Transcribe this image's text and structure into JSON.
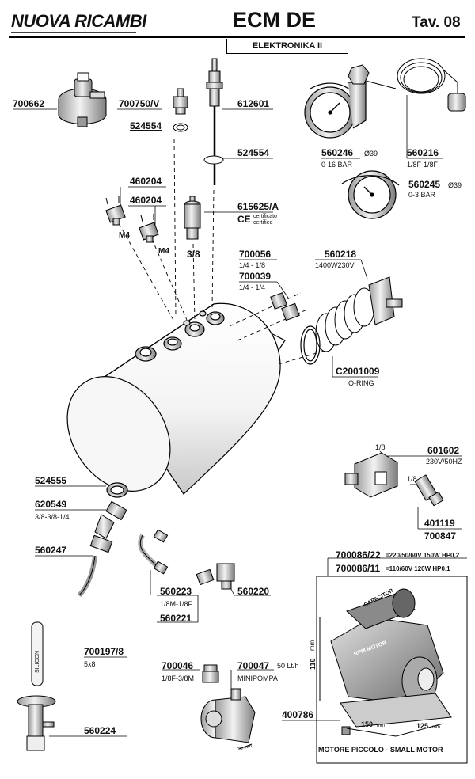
{
  "header": {
    "brand": "NUOVA RICAMBI",
    "model": "ECM DE",
    "table": "Tav. 08",
    "subtitle": "ELEKTRONIKA II"
  },
  "parts": {
    "p700662": "700662",
    "p700750": "700750/V",
    "p524554a": "524554",
    "p612601": "612601",
    "p524554b": "524554",
    "p560246": "560246",
    "p560246_diam": "Ø39",
    "p560246_range": "0-16 BAR",
    "p560216": "560216",
    "p560216_fit": "1/8F-1/8F",
    "p560245": "560245",
    "p560245_diam": "Ø39",
    "p560245_range": "0-3 BAR",
    "p460204a": "460204",
    "p460204b": "460204",
    "m4a": "M4",
    "m4b": "M4",
    "p615625": "615625/A",
    "ce_mark": "CE",
    "cert1": "certificato",
    "cert2": "certified",
    "thread38": "3/8",
    "p700056": "700056",
    "p700056_fit": "1/4 - 1/8",
    "p700039": "700039",
    "p700039_fit": "1/4 - 1/4",
    "p560218": "560218",
    "p560218_spec": "1400W230V",
    "pC2001009": "C2001009",
    "pC2001009_desc": "O-RING",
    "p601602": "601602",
    "p601602_spec": "230V/50HZ",
    "fit18a": "1/8",
    "fit18b": "1/8",
    "p401119": "401119",
    "p700847": "700847",
    "p524555": "524555",
    "p620549": "620549",
    "p620549_fit": "3/8-3/8-1/4",
    "p560247": "560247",
    "p560223": "560223",
    "p560223_fit": "1/8M-1/8F",
    "p560221": "560221",
    "p560220": "560220",
    "p700086_22": "700086/22",
    "p700086_22_spec": "=220/50/60V 150W HP0,2",
    "p700086_11": "700086/11",
    "p700086_11_spec": "=110/60V 120W HP0,1",
    "capacitor": "CAPACITOR",
    "rpm_motor": "RPM MOTOR",
    "dim110": "110",
    "dim_mm_a": "mm",
    "dim150": "150",
    "dim_mm_b": "mm",
    "dim125": "125",
    "dim_mm_c": "mm",
    "p400786": "400786",
    "motor_label": "MOTORE PICCOLO  -  SMALL MOTOR",
    "p700197": "700197/8",
    "p700197_size": "5x8",
    "silicon": "SILICON",
    "p700046": "700046",
    "p700046_fit": "1/8F-3/8M",
    "p700047": "700047",
    "p700047_flow": "50 Lt/h",
    "p700047_desc": "MINIPOMPA",
    "pump_dim": "70 mm",
    "p560224": "560224"
  },
  "colors": {
    "ink": "#000000",
    "metal_light": "#f2f2f2",
    "metal_mid": "#c8c8c8",
    "metal_dark": "#7a7a7a"
  }
}
